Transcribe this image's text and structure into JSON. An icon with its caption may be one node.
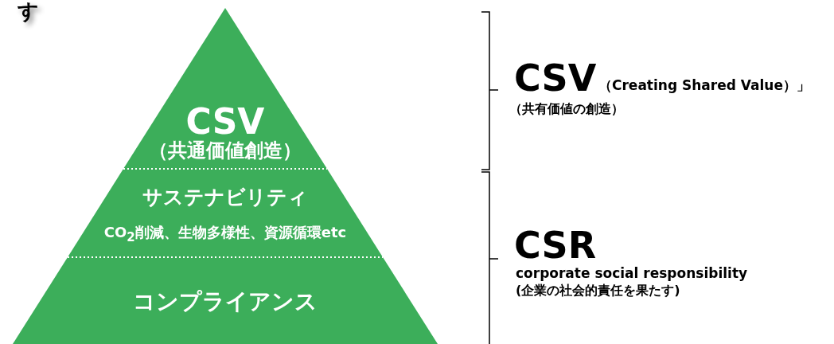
{
  "diagram": {
    "nodes": [
      {
        "text": [
          "CSV",
          "（共通価値創造）"
        ]
      },
      {
        "text": [
          "サステナビリティ",
          "CO$_{2}$削減、生物多様性、資源循環etc"
        ]
      },
      {
        "text": [
          "コンプライアンス"
        ]
      }
    ],
    "labels": [
      "す",
      "CSV",
      "（Creating Shared Value）」",
      "（共有価値の創造）",
      "CSR",
      "corporate social responsibility",
      "(企業の社会的責任を果たす)"
    ]
  }
}
